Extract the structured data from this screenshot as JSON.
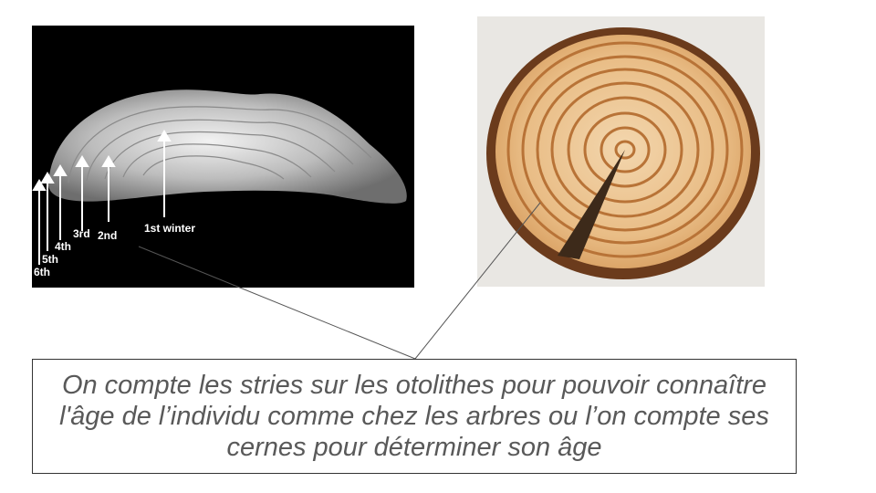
{
  "otolith": {
    "labels": {
      "first": "1st winter",
      "second": "2nd",
      "third": "3rd",
      "fourth": "4th",
      "fifth": "5th",
      "sixth": "6th"
    }
  },
  "caption": {
    "text": "On compte les stries sur les otolithes pour pouvoir connaître l'âge de l’individu comme chez les arbres ou l’on compte ses cernes pour déterminer son âge"
  }
}
